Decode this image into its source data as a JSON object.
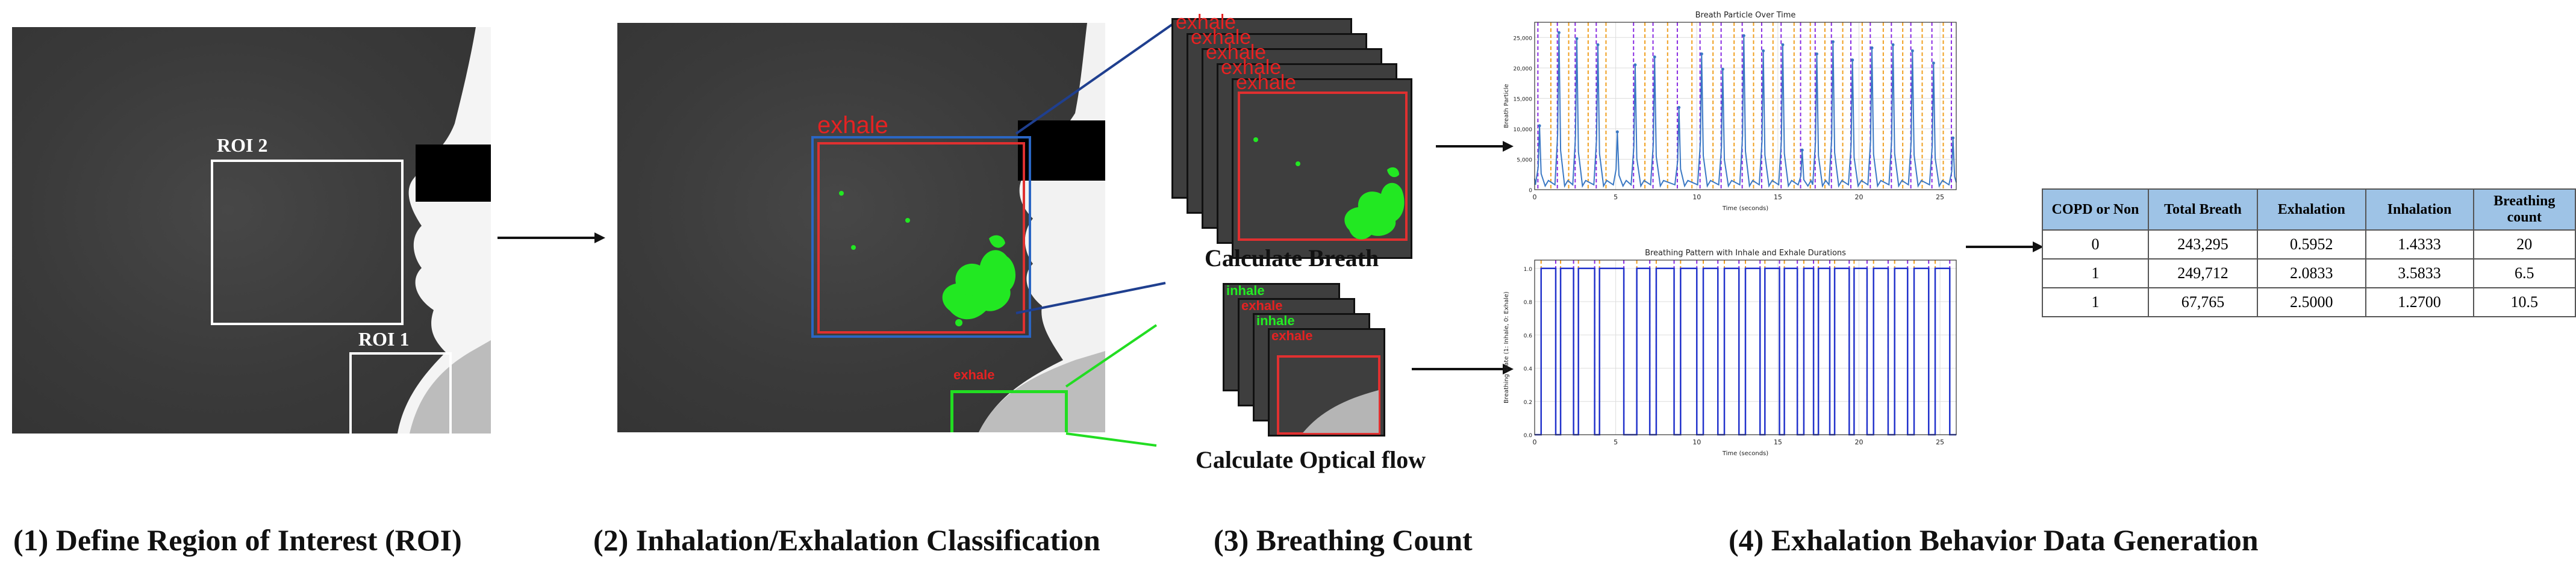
{
  "roi_panel": {
    "roi2": "ROI 2",
    "roi1": "ROI 1"
  },
  "classification_panel": {
    "main_label": "exhale",
    "small_label": "exhale",
    "stack_exhale_labels": [
      "exhale",
      "exhale",
      "exhale",
      "exhale",
      "exhale"
    ],
    "stack_flow_labels": [
      "inhale",
      "exhale",
      "inhale",
      "exhale"
    ],
    "calc_breath": "Calculate Breath",
    "calc_flow": "Calculate Optical flow"
  },
  "charts": [
    {
      "type": "line",
      "title": "Breath Particle Over Time",
      "xlabel": "Time (seconds)",
      "ylabel": "Breath Particle",
      "xlim": [
        0,
        26
      ],
      "ylim": [
        0,
        27500
      ],
      "x_ticks": [
        "0",
        "5",
        "10",
        "15",
        "20",
        "25"
      ],
      "y_ticks": [
        "0",
        "5,000",
        "10,000",
        "15,000",
        "20,000",
        "25,000"
      ],
      "grid": true,
      "peaks": [
        {
          "t": 0.3,
          "v": 10500
        },
        {
          "t": 1.5,
          "v": 25800
        },
        {
          "t": 2.6,
          "v": 24800
        },
        {
          "t": 3.9,
          "v": 23800
        },
        {
          "t": 5.1,
          "v": 9500
        },
        {
          "t": 6.2,
          "v": 20500
        },
        {
          "t": 7.4,
          "v": 21800
        },
        {
          "t": 8.9,
          "v": 13500
        },
        {
          "t": 10.3,
          "v": 22300
        },
        {
          "t": 11.6,
          "v": 19800
        },
        {
          "t": 12.9,
          "v": 25300
        },
        {
          "t": 14.1,
          "v": 22800
        },
        {
          "t": 15.3,
          "v": 23800
        },
        {
          "t": 16.5,
          "v": 6500
        },
        {
          "t": 17.4,
          "v": 22300
        },
        {
          "t": 18.4,
          "v": 24300
        },
        {
          "t": 19.6,
          "v": 21300
        },
        {
          "t": 20.8,
          "v": 23300
        },
        {
          "t": 22.1,
          "v": 23800
        },
        {
          "t": 23.3,
          "v": 22800
        },
        {
          "t": 24.6,
          "v": 20800
        },
        {
          "t": 25.8,
          "v": 8500
        }
      ],
      "orange_lines": [
        1.0,
        2.1,
        3.3,
        4.4,
        6.8,
        8.2,
        9.7,
        11.0,
        12.3,
        13.5,
        14.7,
        16.0,
        17.0,
        17.9,
        19.0,
        20.2,
        21.5,
        22.7,
        23.9,
        25.2
      ],
      "purple_lines": [
        0.2,
        1.4,
        2.5,
        3.8,
        6.1,
        7.3,
        8.8,
        10.2,
        11.5,
        12.8,
        14.0,
        15.2,
        16.4,
        17.3,
        18.3,
        19.5,
        20.7,
        22.0,
        23.2,
        24.5,
        25.7
      ]
    },
    {
      "type": "line",
      "title": "Breathing Pattern with Inhale and Exhale Durations",
      "xlabel": "Time (seconds)",
      "ylabel": "Breathing State (1: Inhale, 0: Exhale)",
      "xlim": [
        0,
        26
      ],
      "ylim": [
        0,
        1.05
      ],
      "x_ticks": [
        "0",
        "5",
        "10",
        "15",
        "20",
        "25"
      ],
      "y_ticks": [
        "0.0",
        "0.2",
        "0.4",
        "0.6",
        "0.8",
        "1.0"
      ],
      "grid": true,
      "inhale_intervals": [
        [
          0.4,
          1.3
        ],
        [
          1.6,
          2.4
        ],
        [
          2.7,
          3.7
        ],
        [
          4.0,
          5.5
        ],
        [
          6.3,
          7.1
        ],
        [
          7.5,
          8.6
        ],
        [
          9.0,
          10.0
        ],
        [
          10.4,
          11.3
        ],
        [
          11.7,
          12.6
        ],
        [
          13.0,
          13.9
        ],
        [
          14.2,
          15.1
        ],
        [
          15.4,
          16.2
        ],
        [
          16.6,
          17.2
        ],
        [
          17.5,
          18.2
        ],
        [
          18.5,
          19.4
        ],
        [
          19.7,
          20.5
        ],
        [
          20.9,
          21.8
        ],
        [
          22.2,
          23.0
        ],
        [
          23.4,
          24.3
        ],
        [
          24.7,
          25.6
        ]
      ]
    }
  ],
  "table": {
    "headers": [
      "COPD or Non",
      "Total Breath",
      "Exhalation",
      "Inhalation",
      "Breathing count"
    ],
    "rows": [
      [
        "0",
        "243,295",
        "0.5952",
        "1.4333",
        "20"
      ],
      [
        "1",
        "249,712",
        "2.0833",
        "3.5833",
        "6.5"
      ],
      [
        "1",
        "67,765",
        "2.5000",
        "1.2700",
        "10.5"
      ]
    ]
  },
  "steps": [
    "(1) Define Region of Interest (ROI)",
    "(2) Inhalation/Exhalation Classification",
    "(3) Breathing Count",
    "(4) Exhalation Behavior Data Generation"
  ]
}
